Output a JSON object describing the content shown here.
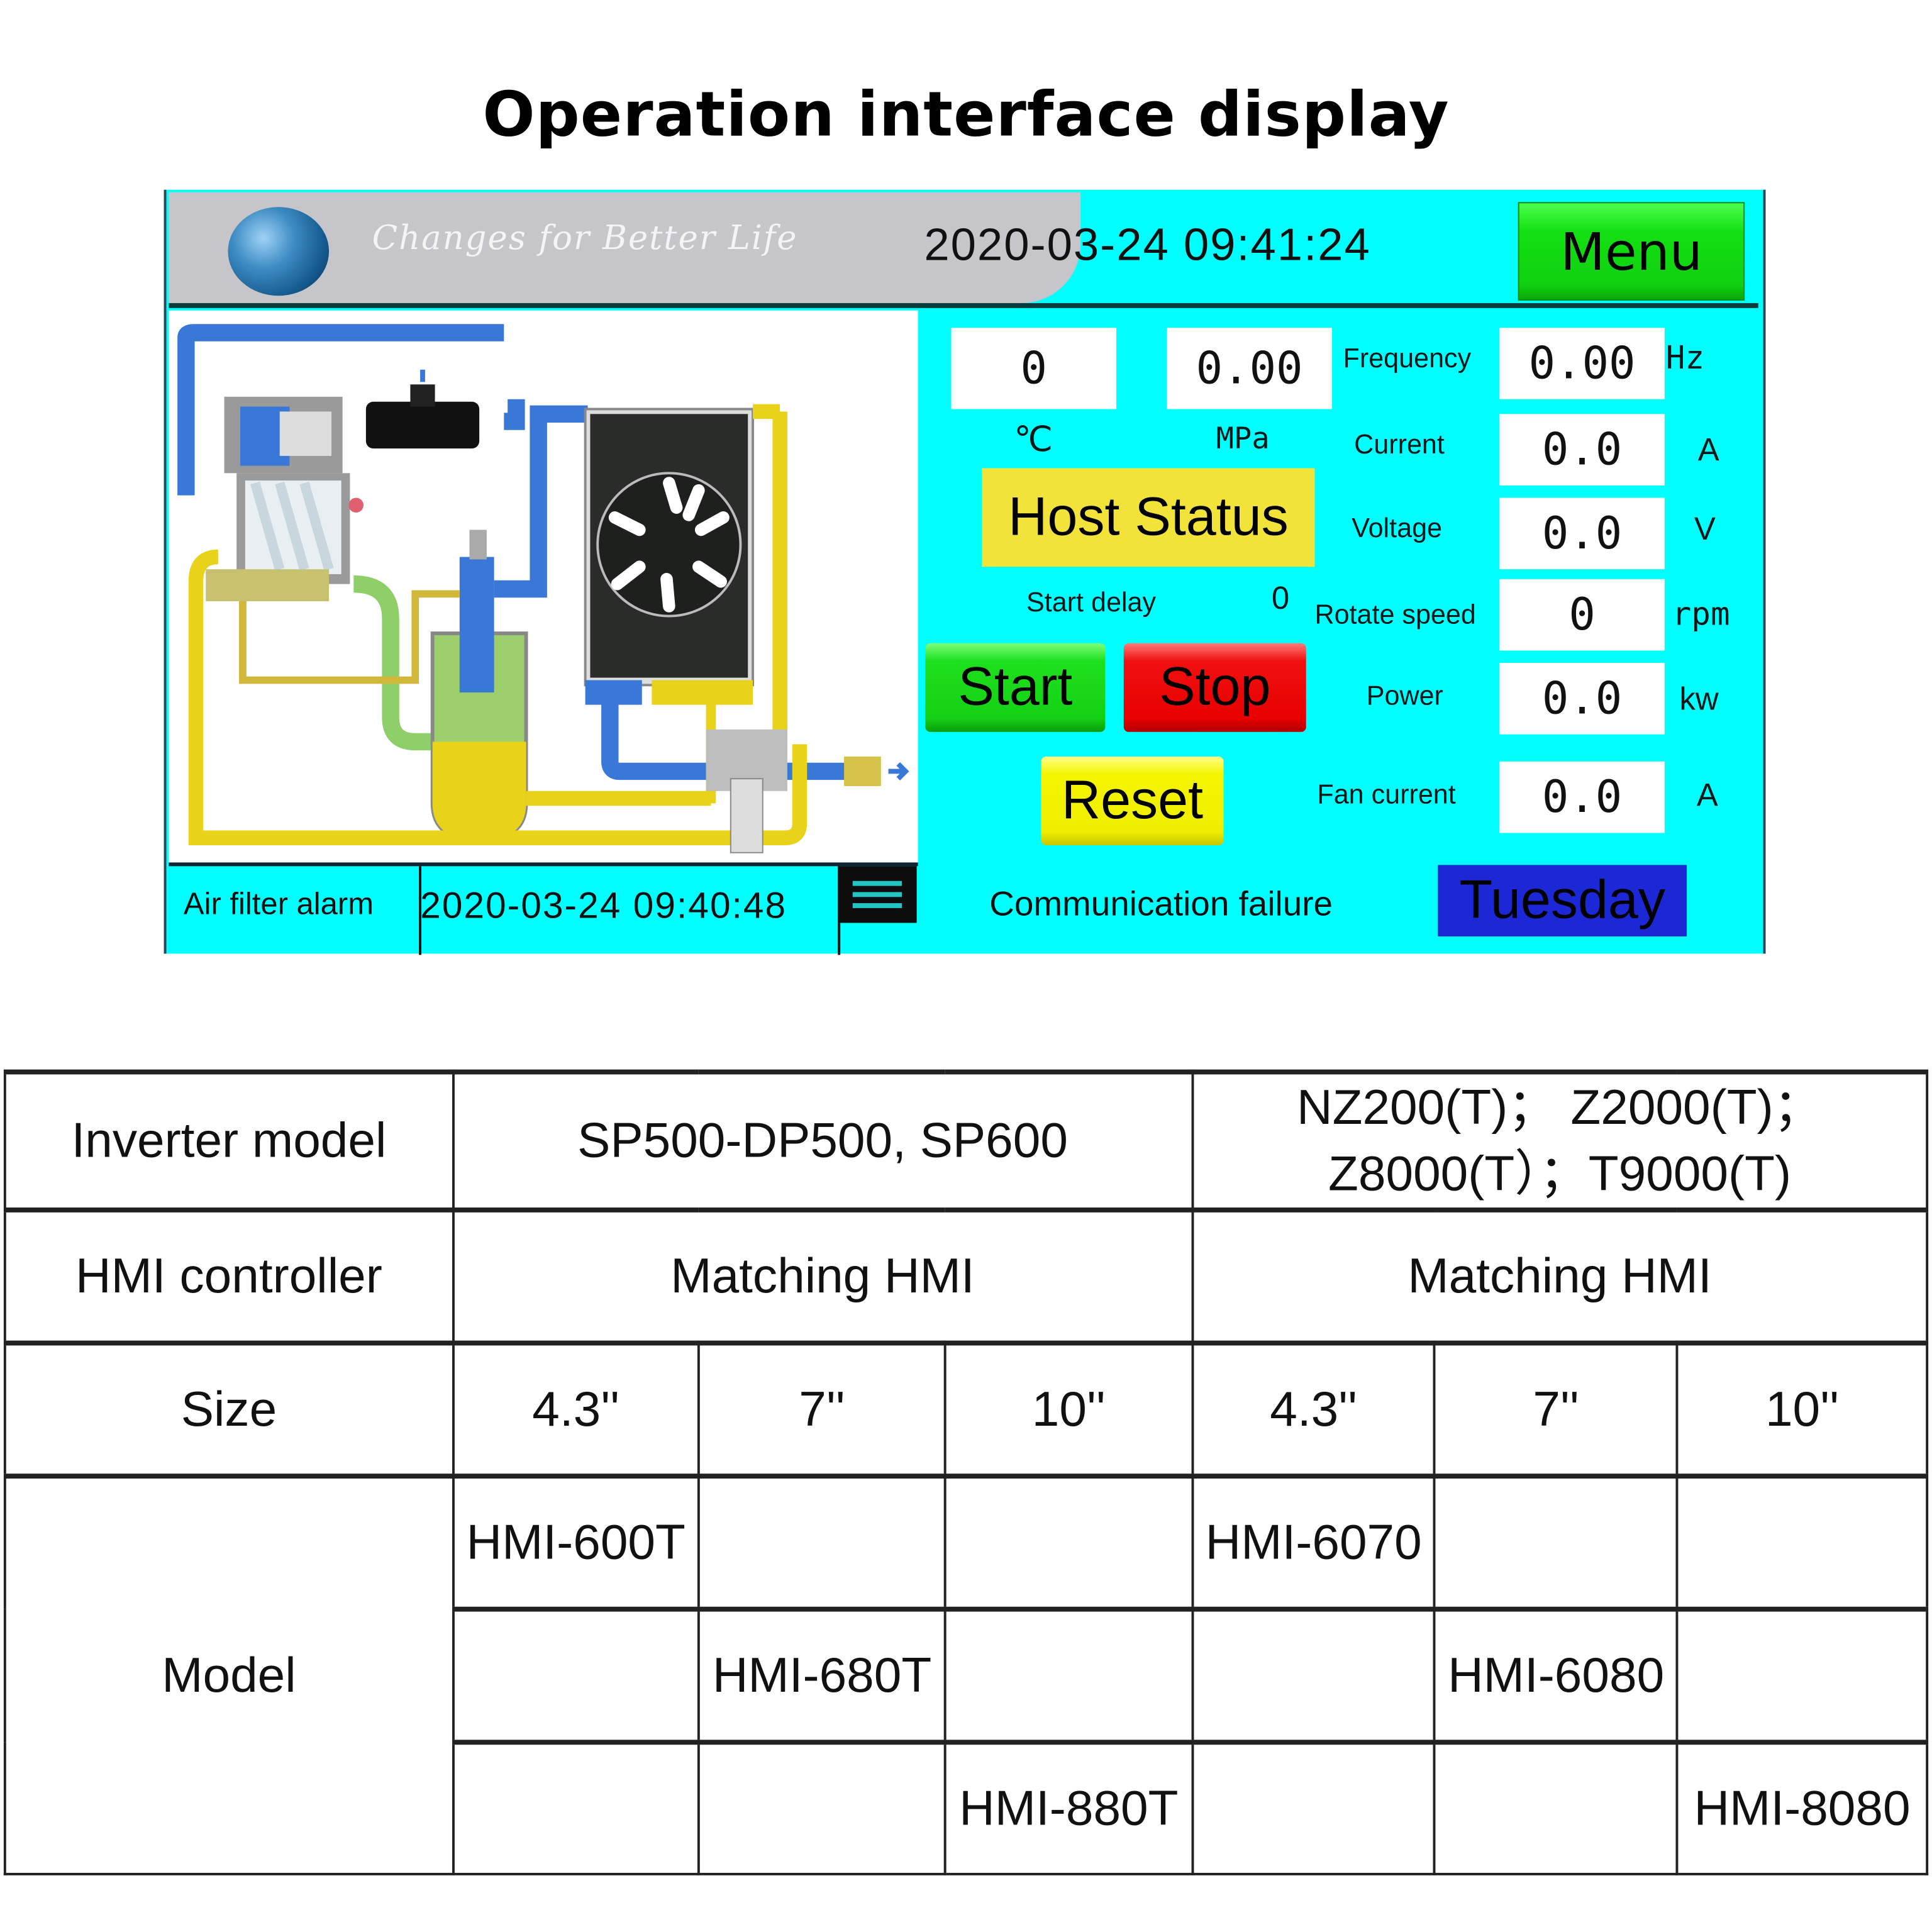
{
  "page_title": "Operation interface display",
  "hmi": {
    "brand_slogan": "Changes for Better Life",
    "logo_icon": "globe-icon",
    "datetime": "2020-03-24  09:41:24",
    "menu_label": "Menu",
    "readings": {
      "temperature": {
        "value": "0",
        "unit": "℃"
      },
      "pressure": {
        "value": "0.00",
        "unit": "MPa"
      },
      "frequency": {
        "label": "Frequency",
        "value": "0.00",
        "unit": "Hz"
      },
      "current": {
        "label": "Current",
        "value": "0.0",
        "unit": "A"
      },
      "voltage": {
        "label": "Voltage",
        "value": "0.0",
        "unit": "V"
      },
      "rotate_speed": {
        "label": "Rotate speed",
        "value": "0",
        "unit": "rpm"
      },
      "power": {
        "label": "Power",
        "value": "0.0",
        "unit": "kw"
      },
      "fan_current": {
        "label": "Fan current",
        "value": "0.0",
        "unit": "A"
      }
    },
    "host_status_label": "Host Status",
    "start_delay": {
      "label": "Start delay",
      "value": "0"
    },
    "buttons": {
      "start": "Start",
      "stop": "Stop",
      "reset": "Reset"
    },
    "alarm": {
      "text": "Air filter alarm",
      "time": "2020-03-24  09:40:48",
      "list_icon": "list-icon"
    },
    "communication_status": "Communication failure",
    "weekday": "Tuesday",
    "colors": {
      "panel_bg": "#00ffff",
      "header_grey": "#c6c5c9",
      "menu_green": "#12e012",
      "stop_red": "#e80000",
      "reset_yellow": "#eeee00",
      "host_status_yellow": "#f2e33a",
      "weekday_blue": "#1c27d6"
    }
  },
  "table": {
    "rows": {
      "inverter_model": {
        "label": "Inverter model",
        "group1": "SP500-DP500, SP600",
        "group2_line1": "NZ200(T)； Z2000(T)；",
        "group2_line2": "Z8000(T）；T9000(T)"
      },
      "hmi_controller": {
        "label": "HMI controller",
        "group1": "Matching HMI",
        "group2": "Matching HMI"
      },
      "size": {
        "label": "Size",
        "values": [
          "4.3''",
          "7''",
          "10''",
          "4.3''",
          "7''",
          "10''"
        ]
      },
      "model": {
        "label": "Model",
        "rows": [
          [
            "HMI-600T",
            "",
            "",
            "HMI-6070",
            "",
            ""
          ],
          [
            "",
            "HMI-680T",
            "",
            "",
            "HMI-6080",
            ""
          ],
          [
            "",
            "",
            "HMI-880T",
            "",
            "",
            "HMI-8080"
          ]
        ]
      }
    }
  }
}
